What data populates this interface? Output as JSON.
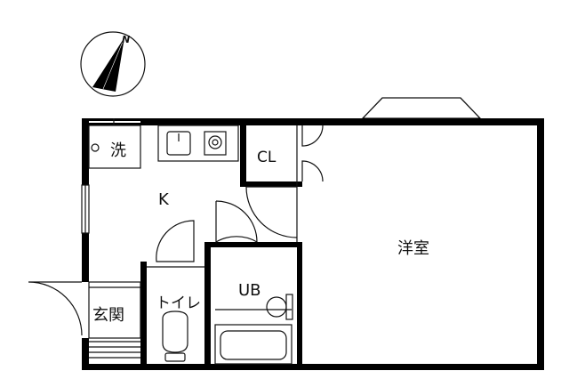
{
  "compass": {
    "north_label": "N",
    "icon": "north-arrow-icon"
  },
  "rooms": {
    "washer": "洗",
    "kitchen": "K",
    "closet": "CL",
    "western_room": "洋室",
    "unit_bath": "UB",
    "toilet": "トイレ",
    "entrance": "玄関"
  },
  "colors": {
    "wall": "#000000",
    "line": "#111111",
    "background": "#ffffff"
  }
}
